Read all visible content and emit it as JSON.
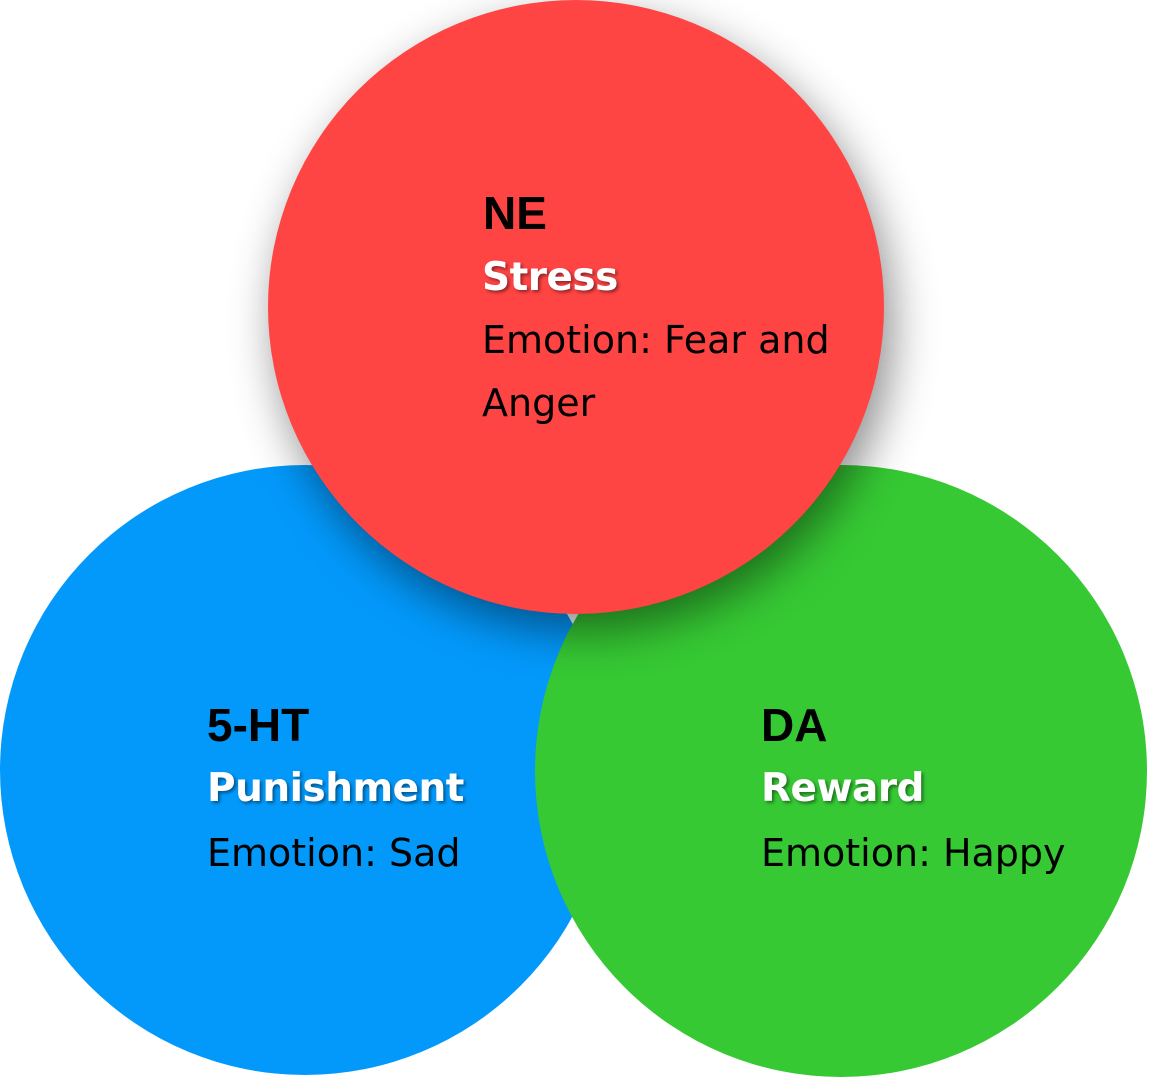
{
  "colors": {
    "ne": "#ff4444",
    "five_ht": "#0399fb",
    "da": "#36c934",
    "text": "#000000",
    "role_text": "#ffffff"
  },
  "circles": {
    "ne": {
      "abbr": "NE",
      "role": "Stress",
      "emotion": "Emotion: Fear and Anger"
    },
    "five_ht": {
      "abbr": "5-HT",
      "role": "Punishment",
      "emotion": "Emotion: Sad"
    },
    "da": {
      "abbr": "DA",
      "role": "Reward",
      "emotion": "Emotion: Happy"
    }
  }
}
